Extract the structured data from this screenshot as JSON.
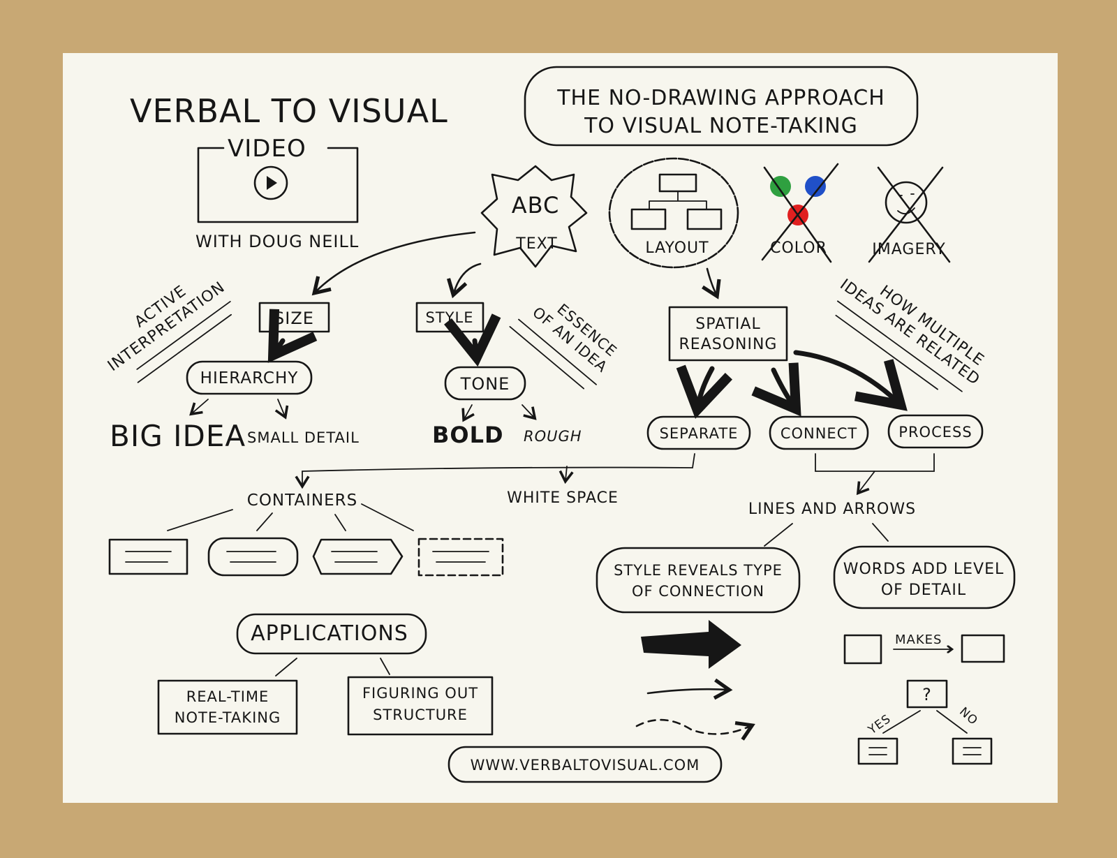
{
  "header": {
    "title": "VERBAL TO VISUAL",
    "video_label": "VIDEO",
    "byline": "WITH DOUG NEILL",
    "subtitle_line1": "THE NO-DRAWING APPROACH",
    "subtitle_line2": "TO VISUAL NOTE-TAKING"
  },
  "elements": {
    "text_abc": "ABC",
    "text_label": "TEXT",
    "layout_label": "LAYOUT",
    "color_label": "COLOR",
    "imagery_label": "IMAGERY"
  },
  "text_branch": {
    "size": "SIZE",
    "active_1": "ACTIVE",
    "active_2": "INTERPRETATION",
    "hierarchy": "HIERARCHY",
    "big_idea": "BIG IDEA",
    "small_detail": "SMALL DETAIL",
    "style": "STYLE",
    "essence_1": "ESSENCE",
    "essence_2": "OF AN IDEA",
    "tone": "TONE",
    "bold": "BOLD",
    "rough": "ROUGH"
  },
  "layout_branch": {
    "spatial_1": "SPATIAL",
    "spatial_2": "REASONING",
    "how_1": "HOW MULTIPLE",
    "how_2": "IDEAS ARE RELATED",
    "separate": "SEPARATE",
    "connect": "CONNECT",
    "process": "PROCESS",
    "containers": "CONTAINERS",
    "white_space": "WHITE SPACE",
    "lines_and_arrows": "LINES AND ARROWS",
    "style_reveals_1": "STYLE REVEALS TYPE",
    "style_reveals_2": "OF CONNECTION",
    "words_add_1": "WORDS ADD LEVEL",
    "words_add_2": "OF DETAIL",
    "makes": "MAKES",
    "question": "?",
    "yes": "YES",
    "no": "NO"
  },
  "applications": {
    "title": "APPLICATIONS",
    "realtime_1": "REAL-TIME",
    "realtime_2": "NOTE-TAKING",
    "figuring_1": "FIGURING OUT",
    "figuring_2": "STRUCTURE"
  },
  "footer": {
    "url": "WWW.VERBALTOVISUAL.COM"
  },
  "colors": {
    "board": "#c8a874",
    "paper": "#f7f6ee",
    "ink": "#161616",
    "green": "#2fa040",
    "blue": "#2050c8",
    "red": "#e02020"
  }
}
